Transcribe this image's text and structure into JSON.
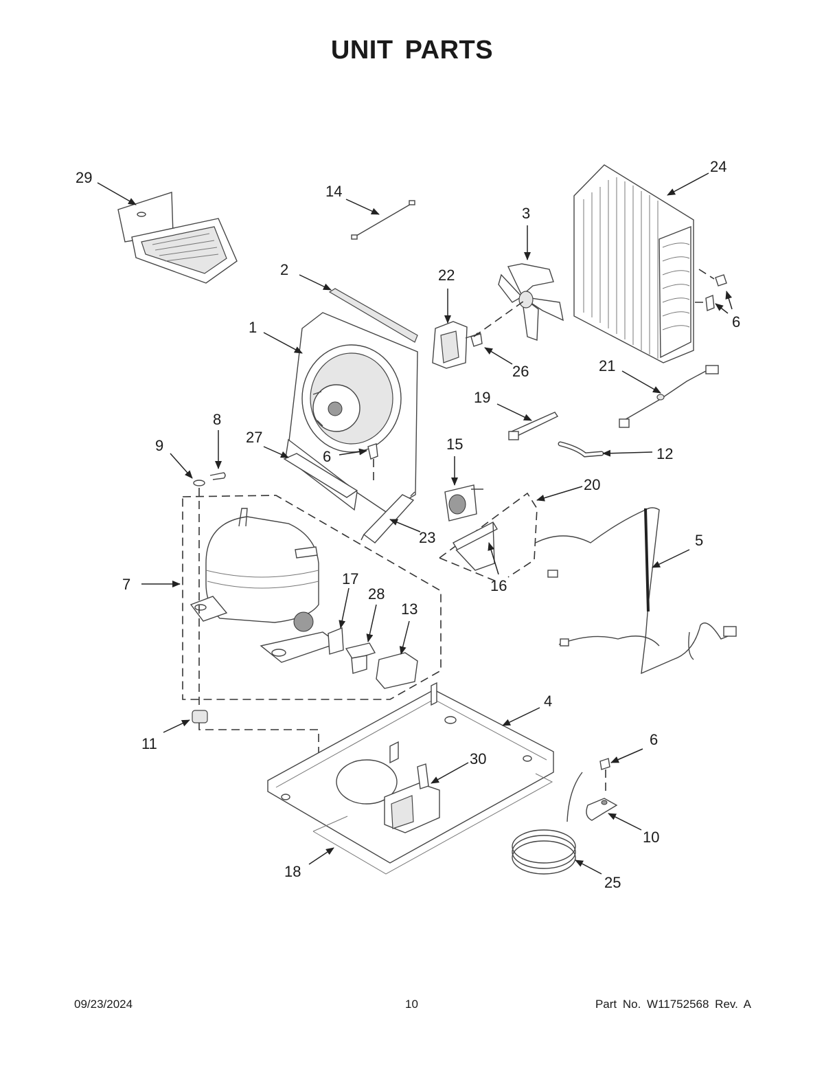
{
  "title": "UNIT PARTS",
  "footer": {
    "date": "09/23/2024",
    "page": "10",
    "part_no": "Part No.  W11752568  Rev.  A"
  },
  "callouts": {
    "c1": "1",
    "c2": "2",
    "c3": "3",
    "c4": "4",
    "c5": "5",
    "c6a": "6",
    "c6b": "6",
    "c6c": "6",
    "c7": "7",
    "c8": "8",
    "c9": "9",
    "c10": "10",
    "c11": "11",
    "c12": "12",
    "c13": "13",
    "c14": "14",
    "c15": "15",
    "c16": "16",
    "c17": "17",
    "c18": "18",
    "c19": "19",
    "c20": "20",
    "c21": "21",
    "c22": "22",
    "c23": "23",
    "c24": "24",
    "c25": "25",
    "c26": "26",
    "c27": "27",
    "c28": "28",
    "c29": "29",
    "c30": "30"
  }
}
